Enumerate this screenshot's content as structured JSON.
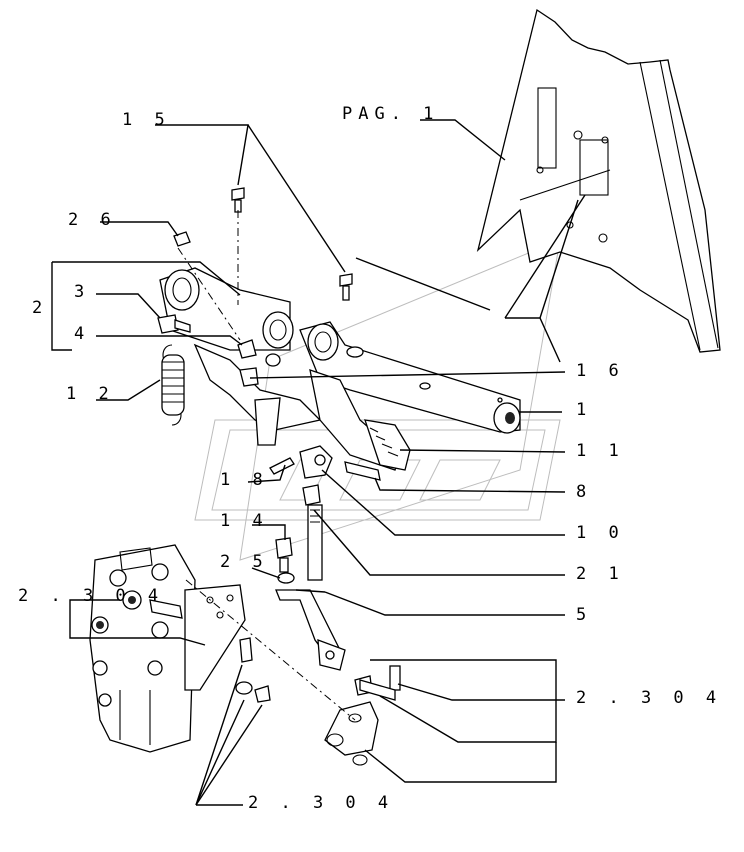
{
  "diagram": {
    "page_ref": "PAG. 1",
    "callouts": {
      "c15": "1 5",
      "c26": "2 6",
      "c2": "2",
      "c3": "3",
      "c4": "4",
      "c12": "1 2",
      "c16": "1 6",
      "c1": "1",
      "c11": "1 1",
      "c18": "1 8",
      "c8": "8",
      "c14": "1 4",
      "c10": "1 0",
      "c25": "2 5",
      "c21": "2 1",
      "c2304_left": "2 . 3 0 4",
      "c5": "5",
      "c2304_right": "2 . 3 0 4",
      "c2304_bottom": "2 . 3 0 4"
    }
  }
}
